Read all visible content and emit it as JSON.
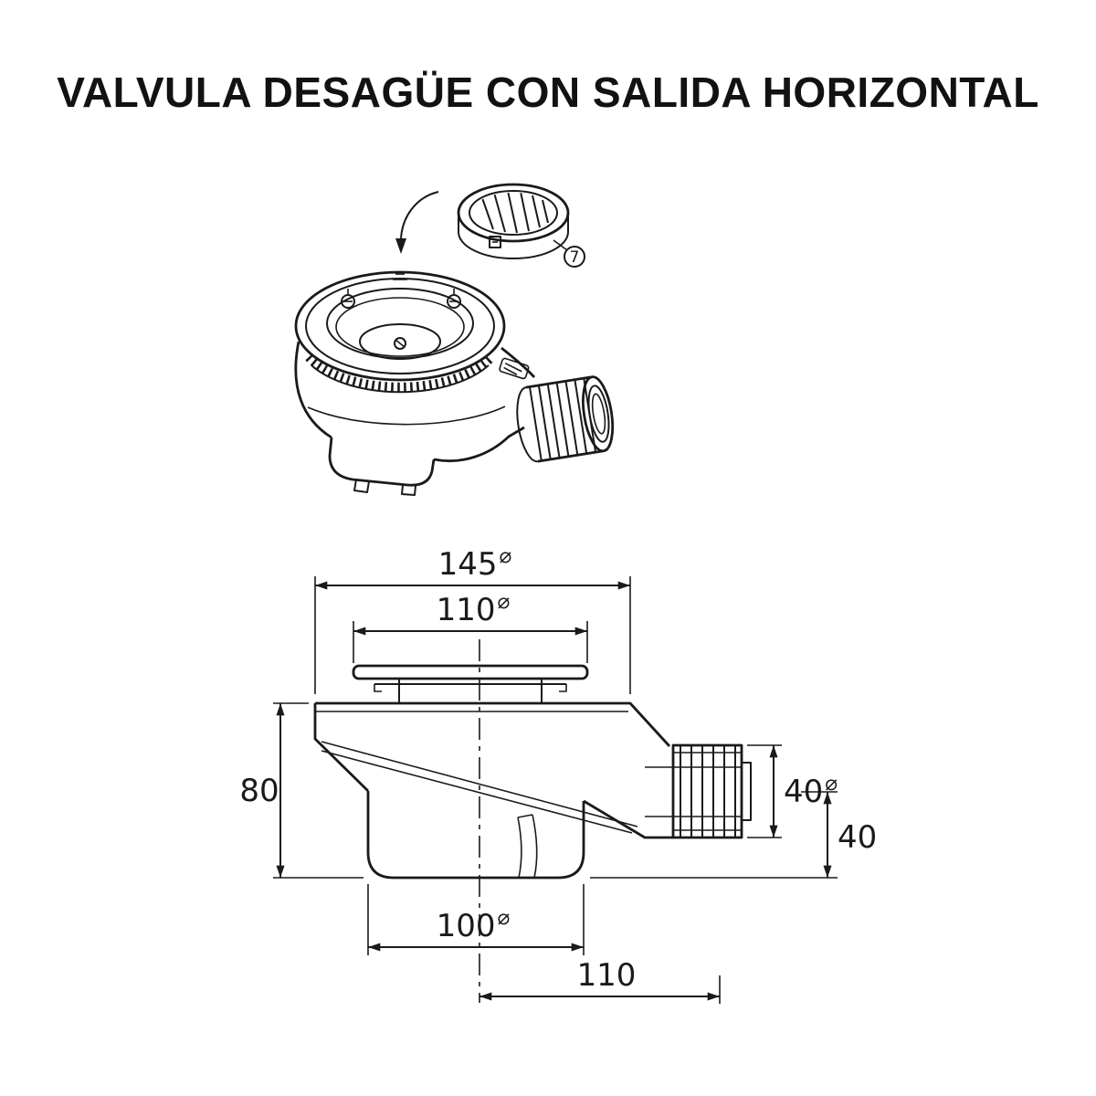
{
  "page": {
    "title": "VALVULA DESAGÜE CON SALIDA HORIZONTAL"
  },
  "diagram": {
    "callout": {
      "number": "7"
    },
    "dimensions": {
      "overall_width": {
        "value": "145",
        "symbol": "⌀"
      },
      "plate_width": {
        "value": "110",
        "symbol": "⌀"
      },
      "body_height": {
        "value": "80"
      },
      "outlet_diameter": {
        "value": "40",
        "symbol": "⌀"
      },
      "outlet_height": {
        "value": "40"
      },
      "cup_width": {
        "value": "100",
        "symbol": "⌀"
      },
      "outlet_offset": {
        "value": "110"
      }
    }
  }
}
